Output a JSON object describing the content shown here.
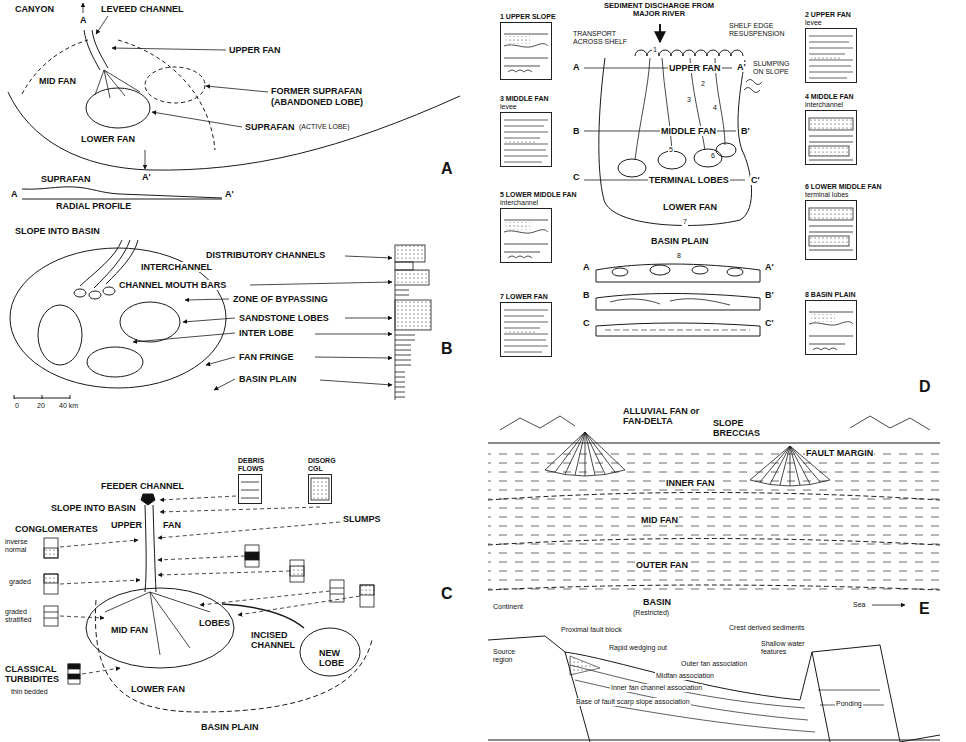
{
  "diagram": {
    "nodes": [
      {
        "text": [
          "1 UPPER SLOPE"
        ]
      },
      {
        "text": [
          "2 UPPER FAN",
          "levee"
        ]
      },
      {
        "text": [
          "3 MIDDLE FAN",
          "levee"
        ]
      },
      {
        "text": [
          "4 MIDDLE FAN",
          "interchannel"
        ]
      },
      {
        "text": [
          "5 LOWER MIDDLE FAN",
          "interchannel"
        ]
      },
      {
        "text": [
          "6 LOWER MIDDLE FAN",
          "terminal lobes"
        ]
      },
      {
        "text": [
          "7 LOWER FAN"
        ]
      },
      {
        "text": [
          "8 BASIN PLAIN"
        ]
      },
      {
        "text": [
          "DEBRIS FLOWS"
        ]
      },
      {
        "text": [
          "DISORG CGL"
        ]
      }
    ],
    "labels": [
      "CANYON",
      "A",
      "LEVEED CHANNEL",
      "UPPER FAN",
      "MID FAN",
      "FORMER SUPRAFAN",
      "(ABANDONED LOBE)",
      "SUPRAFAN",
      "(ACTIVE LOBE)",
      "LOWER FAN",
      "A'",
      "SUPRAFAN",
      "A",
      "A'",
      "RADIAL PROFILE",
      "A",
      "SLOPE INTO BASIN",
      "DISTRIBUTORY CHANNELS",
      "INTERCHANNEL",
      "CHANNEL MOUTH BARS",
      "ZONE OF BYPASSING",
      "SANDSTONE LOBES",
      "INTER LOBE",
      "FAN FRINGE",
      "BASIN PLAIN",
      "B",
      "0",
      "20",
      "40 km",
      "FEEDER CHANNEL",
      "SLOPE INTO BASIN",
      "SLUMPS",
      "CONGLOMERATES",
      "UPPER",
      "FAN",
      "inverse normal",
      "graded",
      "graded stratified",
      "MID FAN",
      "LOBES",
      "INCISED CHANNEL",
      "NEW LOBE",
      "CLASSICAL TURBIDITES",
      "thin bedded",
      "LOWER FAN",
      "BASIN PLAIN",
      "C",
      "SEDIMENT DISCHARGE FROM MAJOR RIVER",
      "TRANSPORT ACROSS SHELF",
      "SHELF EDGE RESUSPENSION",
      "A",
      "UPPER FAN",
      "A'",
      "SLUMPING ON SLOPE",
      "B",
      "MIDDLE FAN",
      "B'",
      "TERMINAL LOBES",
      "C",
      "C'",
      "LOWER FAN",
      "BASIN PLAIN",
      "1",
      "2",
      "3",
      "4",
      "5",
      "6",
      "7",
      "8",
      "A",
      "A'",
      "B",
      "B'",
      "C",
      "C'",
      "D",
      "ALLUVIAL FAN or FAN-DELTA",
      "SLOPE BRECCIAS",
      "FAULT MARGIN",
      "INNER FAN",
      "MID FAN",
      "OUTER FAN",
      "BASIN",
      "(Restricted)",
      "E",
      "Continent",
      "Sea",
      "Source region",
      "Proximal fault block",
      "Crest derived sediments",
      "Rapid wedging out",
      "Shallow water features",
      "Outer fan association",
      "Midfan association",
      "Inner fan channel association",
      "Base of fault scarp slope association",
      "Ponding"
    ]
  }
}
